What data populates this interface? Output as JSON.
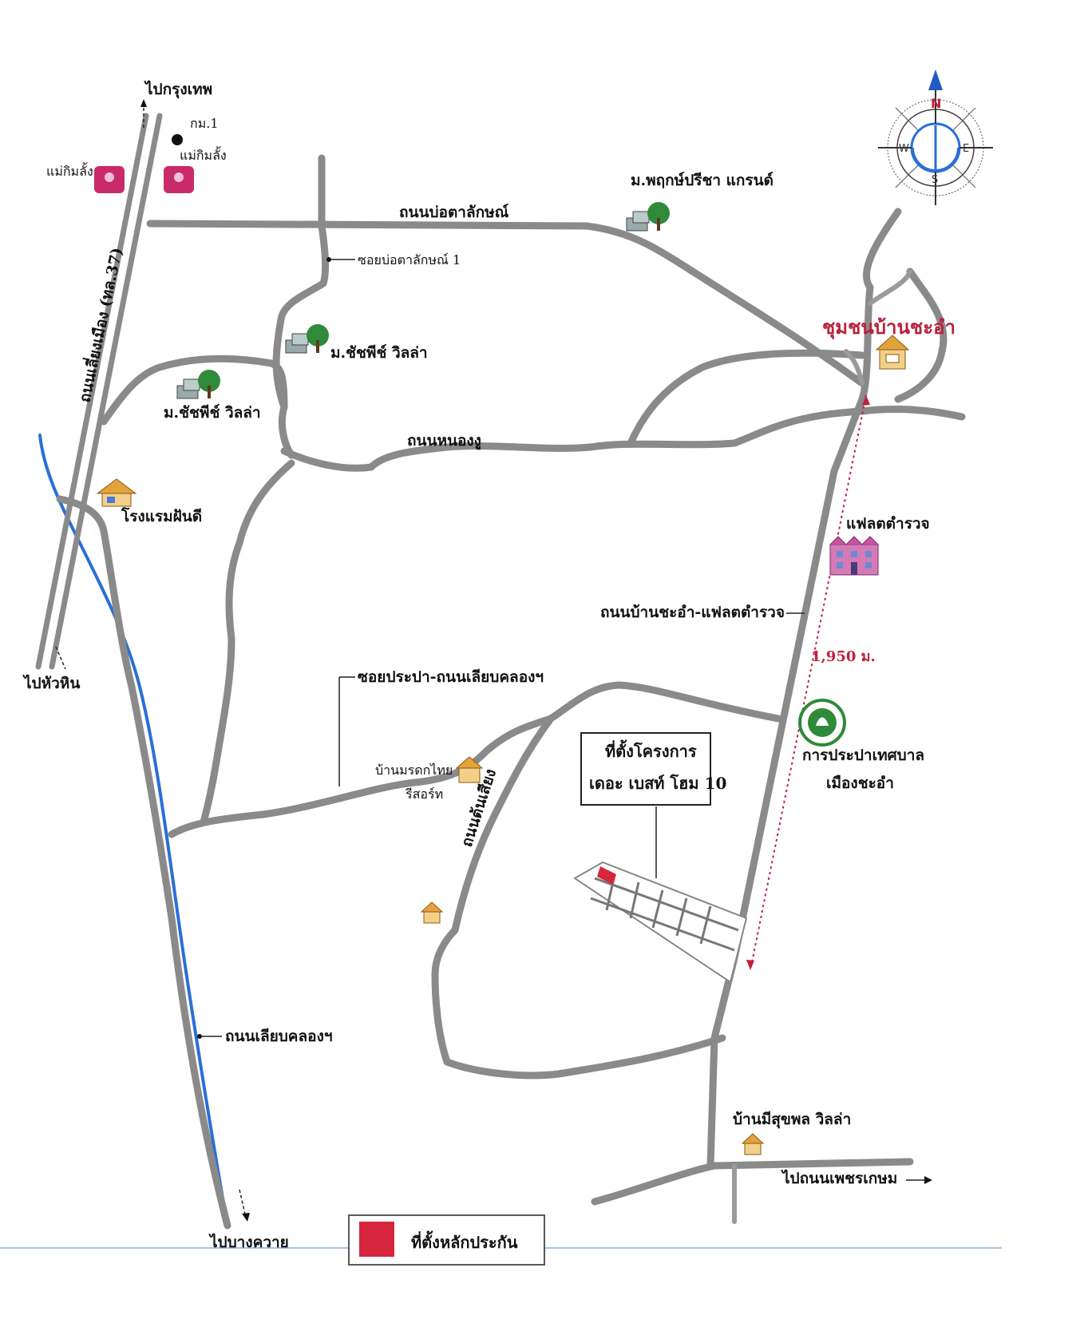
{
  "compass": {
    "north": "N",
    "south": "S",
    "east": "E",
    "west": "W"
  },
  "labels": {
    "to_bangkok": "ไปกรุงเทพ",
    "km1": "กม.1",
    "mae_kim_leng_1": "แม่กิมลั้ง",
    "mae_kim_leng_2": "แม่กิมลั้ง",
    "highway_37": "ถนนเลี่ยงเมือง (ทล.37)",
    "bo_ta_lak_road": "ถนนบ่อตาลักษณ์",
    "soi_bo_ta_lak_1": "ซอยบ่อตาลักษณ์ 1",
    "pruksa_village": "ม.พฤกษ์ปรีชา แกรนด์",
    "chatchapee_villa_1": "ม.ชัชพีช์ วิลล่า",
    "chatchapee_villa_2": "ม.ชัชพีช์ วิลล่า",
    "nong_ngu_road": "ถนนหนองงู",
    "cha_am_community": "ชุมชนบ้านชะอำ",
    "phandee_hotel": "โรงแรมฝันดี",
    "police_flat": "แฟลตตำรวจ",
    "cha_am_police_road": "ถนนบ้านชะอำ-แฟลตตำรวจ",
    "to_hua_hin": "ไปหัวหิน",
    "distance": "1,950 ม.",
    "soi_prapa": "ซอยประปา-ถนนเลียบคลองฯ",
    "project_line1": "ที่ตั้งโครงการ",
    "project_line2": "เดอะ เบสท์ โฮม 10",
    "waterworks_line1": "การประปาเทศบาล",
    "waterworks_line2": "เมืองชะอำ",
    "moradok_line1": "บ้านมรดกไทย",
    "moradok_line2": "รีสอร์ท",
    "ton_siang_road": "ถนนต้นเสียง",
    "canal_road": "ถนนเลียบคลองฯ",
    "mee_suk_villa": "บ้านมีสุขพล วิลล่า",
    "to_phetkasem": "ไปถนนเพชรเกษม",
    "to_bang_khwai": "ไปบางควาย",
    "legend_collateral": "ที่ตั้งหลักประกัน"
  },
  "colors": {
    "road": "#8a8a8a",
    "river": "#2a6fd6",
    "accent_red": "#c0203e",
    "house_orange": "#e3a23c",
    "flat_pink": "#c9559c",
    "tree_green": "#2f8a3a"
  },
  "icons": {
    "compass": "compass-rose-icon",
    "house": "house-icon",
    "village": "village-icon",
    "shop": "shop-icon",
    "flat": "apartment-icon",
    "waterworks": "waterworks-logo-icon"
  }
}
